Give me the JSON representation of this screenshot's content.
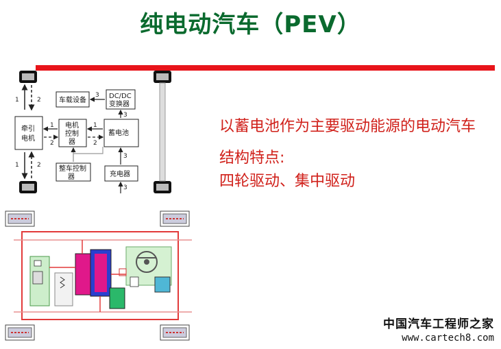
{
  "title": "纯电动汽车（PEV）",
  "description": {
    "line1": "以蓄电池作为主要驱动能源的电动汽车",
    "feature_heading": "结构特点:",
    "feature_text": "四轮驱动、集中驱动"
  },
  "diagram": {
    "motor": "牵引电机",
    "controller": "电机控制器",
    "battery": "蓄电池",
    "dcdc": "DC/DC变换器",
    "onboard": "车载设备",
    "vehicle_ctrl": "整车控制器",
    "charger": "充电器",
    "n1": "1",
    "n2": "2",
    "n3": "3"
  },
  "watermark": {
    "cn": "中国汽车工程师之家",
    "url": "www.cartech8.com"
  },
  "colors": {
    "title": "#0a6a2e",
    "accent_bar": "#e8141a",
    "text_red": "#d0201a"
  }
}
